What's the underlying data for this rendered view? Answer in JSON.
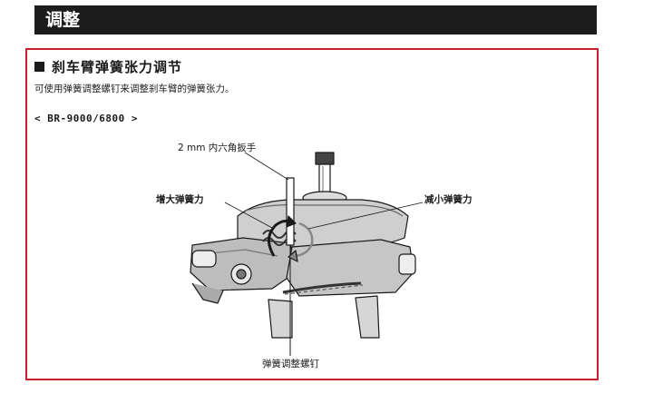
{
  "header": {
    "title": "调整"
  },
  "section": {
    "title": "刹车臂弹簧张力调节",
    "description": "可使用弹簧调整螺钉来调整刹车臂的弹簧张力。",
    "model": "< BR-9000/6800 >"
  },
  "callouts": {
    "wrench": "2 mm 内六角扳手",
    "increase": "增大弹簧力",
    "decrease": "减小弹簧力",
    "screw": "弹簧调整螺钉"
  },
  "colors": {
    "frame": "#cc1f2a",
    "header_bg": "#1c1c1c"
  }
}
